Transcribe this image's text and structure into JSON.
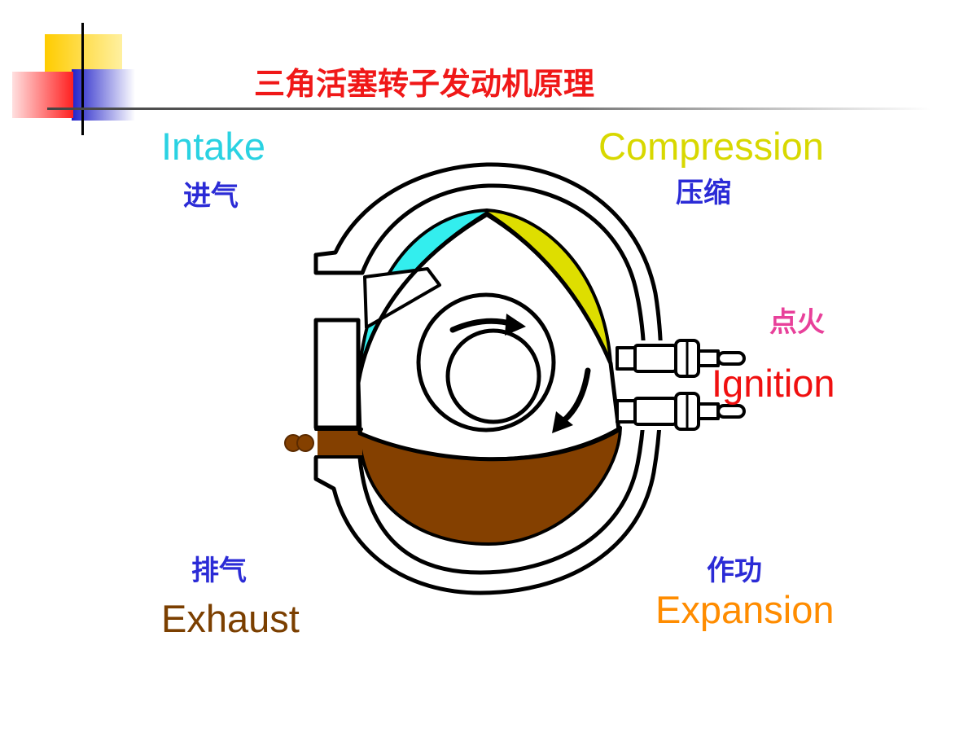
{
  "title": "三角活塞转子发动机原理",
  "colors": {
    "title": "#f01818",
    "zh_label": "#2b2bd6"
  },
  "labels": {
    "intake": {
      "en": "Intake",
      "zh": "进气",
      "color": "#2ad2e2"
    },
    "compression": {
      "en": "Compression",
      "zh": "压缩",
      "color": "#d8d800"
    },
    "ignition": {
      "en": "Ignition",
      "zh": "点火",
      "color": "#f01010",
      "zh_color": "#e8409a"
    },
    "exhaust": {
      "en": "Exhaust",
      "zh": "排气",
      "color": "#7b3f00"
    },
    "expansion": {
      "en": "Expansion",
      "zh": "作功",
      "color": "#ff8c00"
    }
  },
  "chambers": {
    "intake": "#33eeee",
    "compression": "#dede00",
    "exhaust": "#844000"
  }
}
